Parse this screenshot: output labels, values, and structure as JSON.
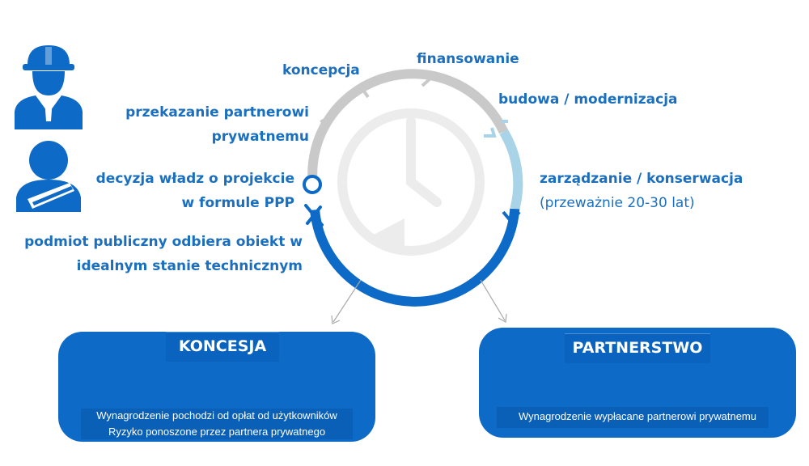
{
  "cycle": {
    "stages": {
      "concept": "koncepcja",
      "financing": "finansowanie",
      "construction": "budowa / modernizacja",
      "management": "zarządzanie / konserwacja",
      "management_note": "(przeważnie 20-30 lat)",
      "handover_line1": "przekazanie partnerowi",
      "handover_line2": "prywatnemu",
      "decision_line1": "decyzja władz o projekcie",
      "decision_line2": "w formule PPP",
      "receipt_line1": "podmiot publiczny odbiera obiekt w",
      "receipt_line2": "idealnym stanie technicznym"
    }
  },
  "models": {
    "concession": {
      "title": "KONCESJA",
      "line1": "Wynagrodzenie pochodzi od opłat od użytkowników",
      "line2": "Ryzyko ponoszone przez partnera prywatnego"
    },
    "partnership": {
      "title": "PARTNERSTWO",
      "line1": "Wynagrodzenie wypłacane partnerowi prywatnemu"
    }
  },
  "colors": {
    "primary_blue": "#0d6ac6",
    "label_blue": "#1a6fbf",
    "cycle_grey": "#c9c9c9",
    "cycle_light_blue": "#a9d3e6"
  }
}
